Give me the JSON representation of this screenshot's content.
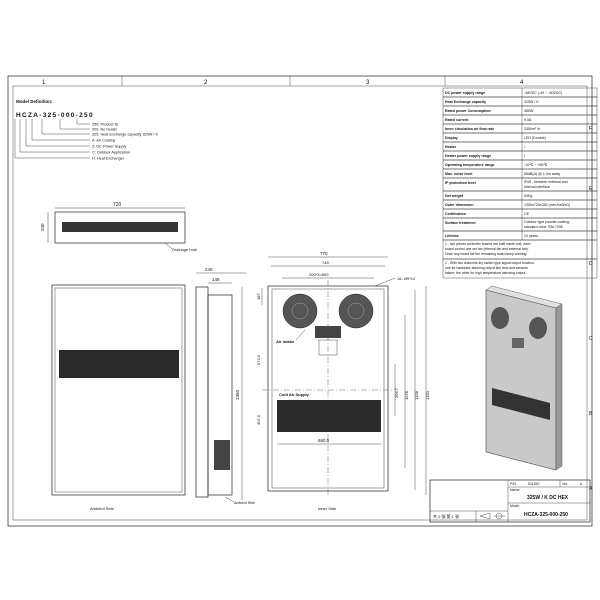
{
  "grid": {
    "columns": [
      "1",
      "2",
      "3",
      "4"
    ],
    "rows": [
      "F",
      "E",
      "D",
      "C",
      "B",
      "A"
    ]
  },
  "model_definition": {
    "title": "Model Definition:",
    "code": "HCZA-325-000-250",
    "items": [
      "250: Product ID",
      "000: No heater",
      "325: Heat Exchange capacity 325W / K",
      "A: Air Cooling",
      "Z: DC Power Supply",
      "C: Outdoor Application",
      "H: Heat Exchanger"
    ]
  },
  "spec_table": [
    {
      "label": "DC power supply range",
      "value": "-48VDC (-40 ~ -60VDC)"
    },
    {
      "label": "Heat Exchange capacity",
      "value": "325W / K"
    },
    {
      "label": "Rated power Consumption",
      "value": "450W"
    },
    {
      "label": "Rated current",
      "value": "9.5A"
    },
    {
      "label": "Inner circulation air flow rate",
      "value": "3350m³ /h"
    },
    {
      "label": "Display",
      "value": "LED (Double)"
    },
    {
      "label": "Heater",
      "value": "/"
    },
    {
      "label": "Heater power supply range",
      "value": "/"
    },
    {
      "label": "Operating temperature range",
      "value": "-10℃ ~ +65℃"
    },
    {
      "label": "Max. noise level",
      "value": "65dB(A)  @ 1.0m away"
    },
    {
      "label": "IP protection level",
      "value": "IPx5 - between external and internal interface"
    },
    {
      "label": "Net weight",
      "value": "54Kg"
    },
    {
      "label": "Outer dimension",
      "value": "1350x720x340 (mm,HxWxD)"
    },
    {
      "label": "Certification",
      "value": "CE"
    },
    {
      "label": "Surface treatment",
      "value": "Outdoor type powder coating, standard color: RAL7035"
    },
    {
      "label": "Lifetime",
      "value": "10 years"
    }
  ],
  "notes": [
    "1 - two pieces controller boards are built inside unit, each board control one set fan (internal fan and external fan). Once any board fail the remaining board keep working.",
    "2 - With two channels dry switch type signal output function, one for hardware alarming output like fans and sensors failure, the other for high temperature alarming output."
  ],
  "top_view": {
    "width": "720",
    "depth": "340",
    "drainage": "Drainage hole"
  },
  "ambient_side": {
    "label": "Ambient Side"
  },
  "side_view": {
    "d1": "240",
    "d2": "148",
    "h": "1350",
    "label": "Ambient Side"
  },
  "inner_side": {
    "label": "Inner Side",
    "w_outer": "770",
    "w_inner": "748",
    "holes_pitch": "200*3=600",
    "holes": "16- Ø9*12",
    "d187": "187",
    "d573": "573.5",
    "d307": "307.5",
    "d680": "680.5",
    "d396": "396.7",
    "d1078": "1078",
    "d1328": "1328",
    "d1350": "1350",
    "air_intake": "Air Intake",
    "cold_air": "Cold Air Supply"
  },
  "title_block": {
    "pn_label": "P/N.",
    "pn": "511260",
    "ver_label": "Ver.",
    "ver": "A",
    "name_label": "Name:",
    "name": "325W / K DC HEX",
    "mode_label": "Mode:",
    "mode": "HCZA-325-000-250",
    "sheets": "共 2 張   第 1 張"
  }
}
